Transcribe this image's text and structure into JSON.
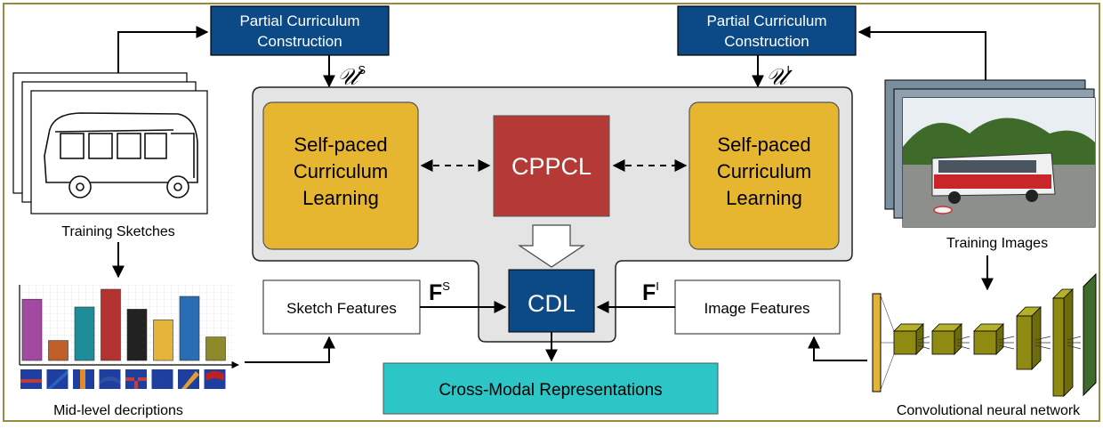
{
  "colors": {
    "frame_border": "#9a8a3c",
    "partial_box": "#0b4a86",
    "self_paced_box": "#e6b631",
    "cppcl_box": "#b53a35",
    "cdl_box": "#0b4a86",
    "cross_modal_box": "#2cc6c6",
    "grey_panel": "#e4e4e4",
    "cnn_block": "#8f8b12",
    "cnn_input": "#e3b43b"
  },
  "top_left": {
    "partial_box_line1": "Partial Curriculum",
    "partial_box_line2": "Construction",
    "u_symbol": "𝒰",
    "u_sup": "S"
  },
  "top_right": {
    "partial_box_line1": "Partial Curriculum",
    "partial_box_line2": "Construction",
    "u_symbol": "𝒰",
    "u_sup": "I"
  },
  "left_spl": {
    "line1": "Self-paced",
    "line2": "Curriculum",
    "line3": "Learning"
  },
  "right_spl": {
    "line1": "Self-paced",
    "line2": "Curriculum",
    "line3": "Learning"
  },
  "cppcl_label": "CPPCL",
  "cdl_label": "CDL",
  "sketch_features_label": "Sketch Features",
  "image_features_label": "Image Features",
  "f_sketch": {
    "symbol": "F",
    "sup": "S"
  },
  "f_image": {
    "symbol": "F",
    "sup": "I"
  },
  "cross_modal_label": "Cross-Modal Representations",
  "training_sketches_label": "Training Sketches",
  "training_images_label": "Training Images",
  "midlevel_label": "Mid-level decriptions",
  "cnn_label": "Convolutional neural network",
  "midlevel_chart": {
    "values": [
      0.86,
      0.28,
      0.75,
      1.0,
      0.72,
      0.57,
      0.9,
      0.33
    ],
    "colors": [
      "#a24aa2",
      "#c05e2a",
      "#1f8c9a",
      "#b33232",
      "#222222",
      "#e4b53a",
      "#2a6db5",
      "#8e8a2c"
    ]
  },
  "filter_patches": [
    "#c03a3a",
    "#2a60c0",
    "#e08a2a",
    "#3050a0",
    "#c04040",
    "#2040a0",
    "#e0a030",
    "#c02020"
  ]
}
